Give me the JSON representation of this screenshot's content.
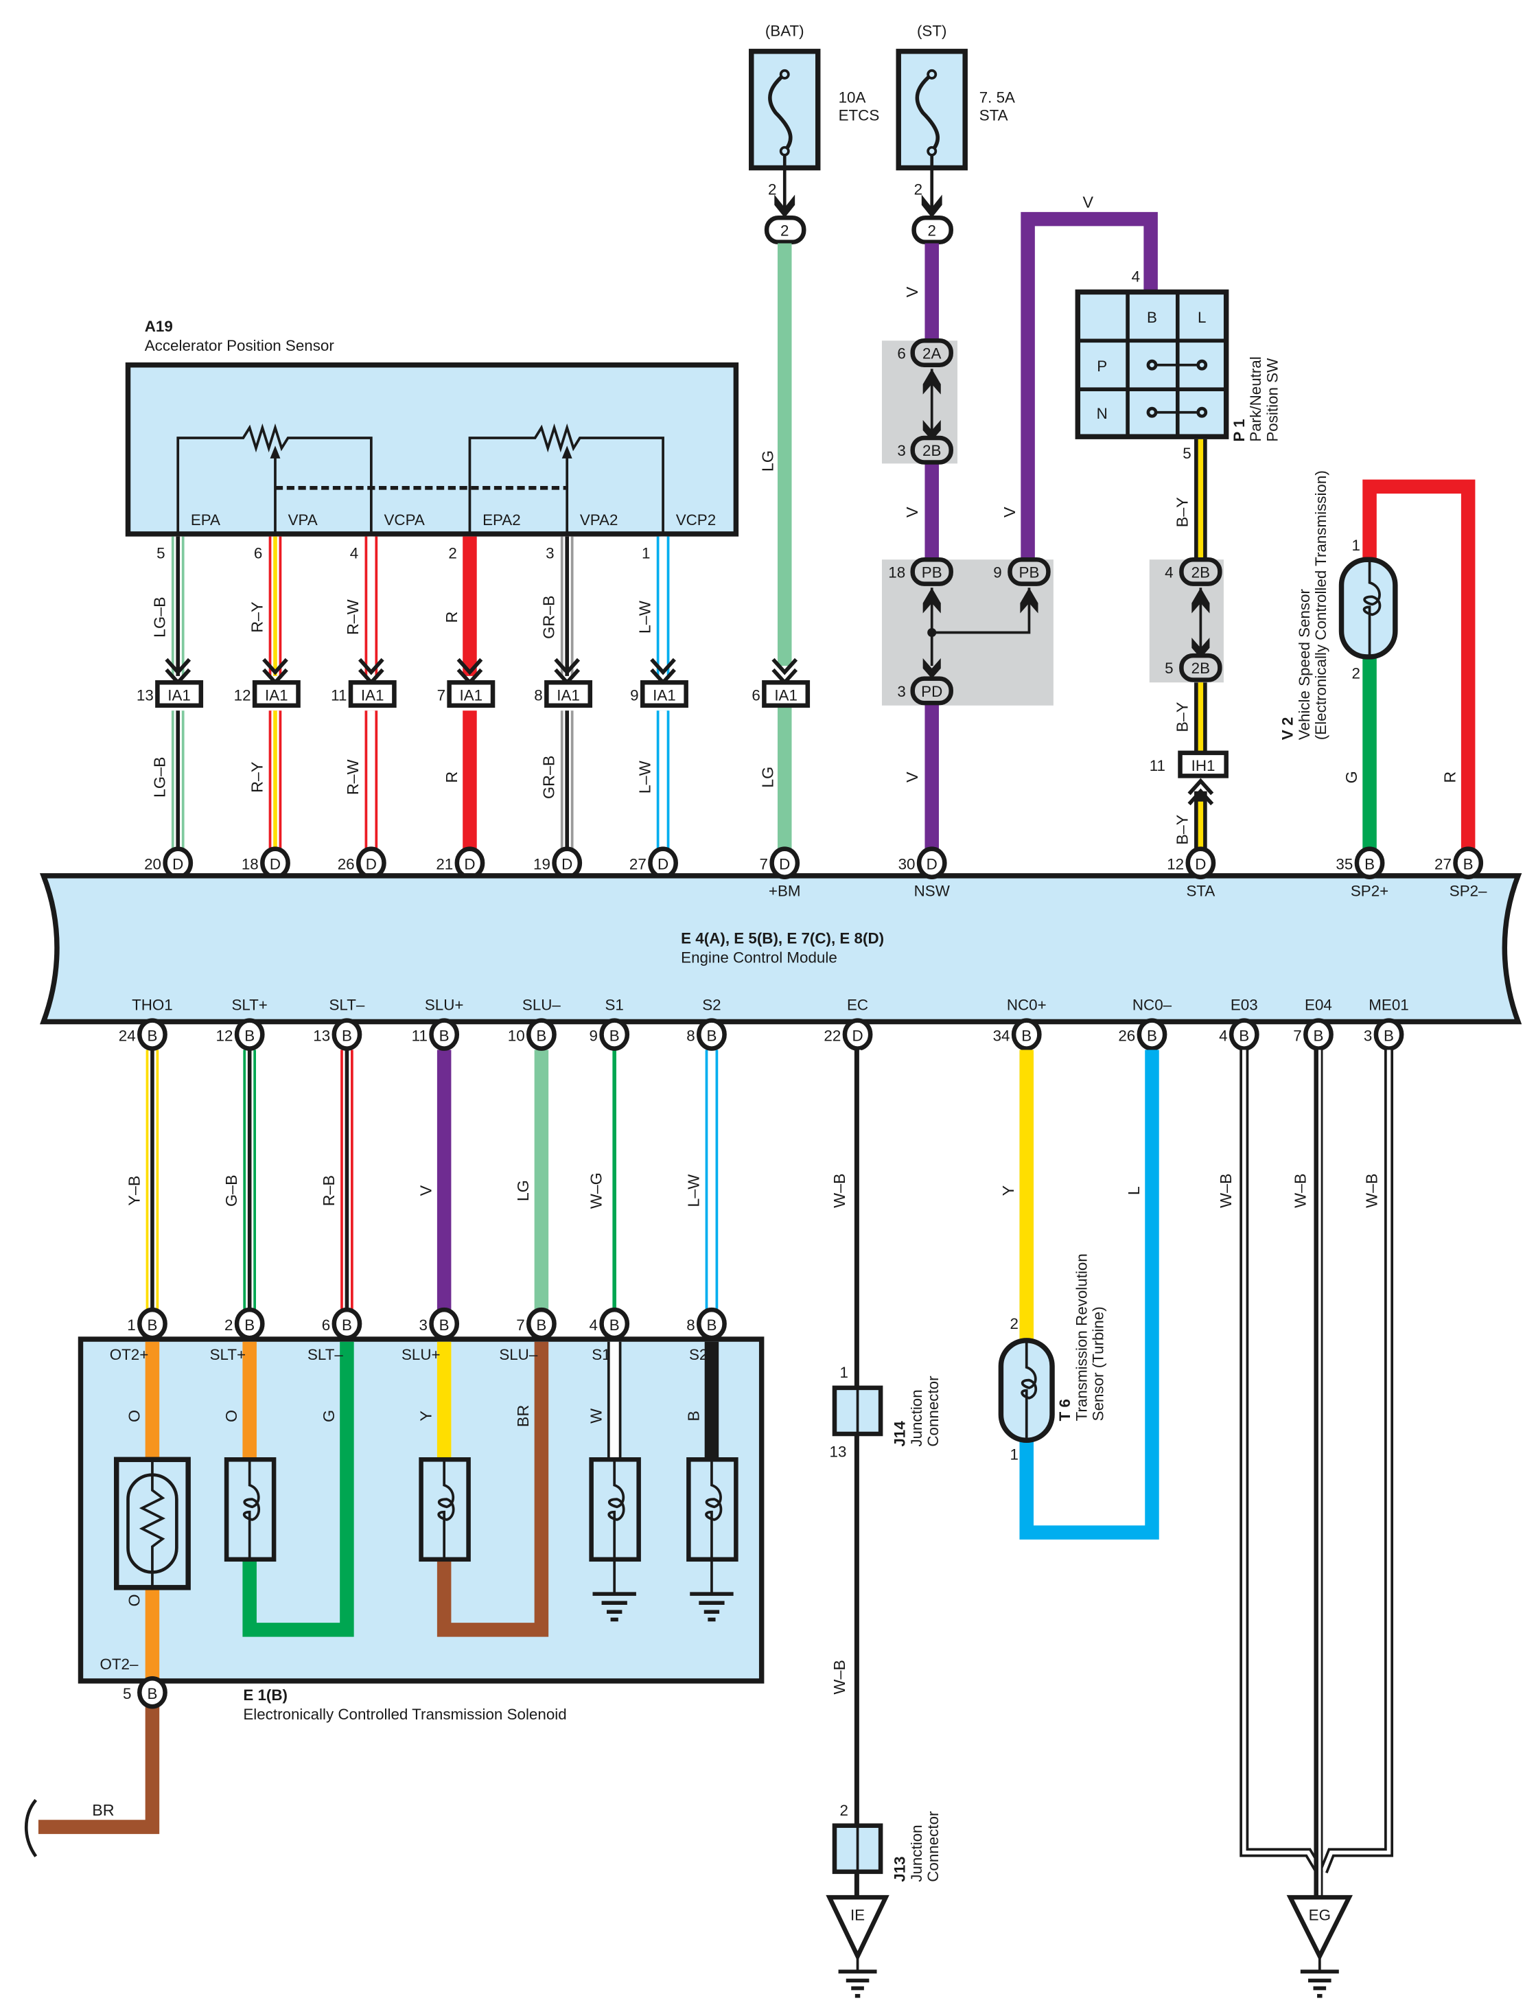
{
  "colors": {
    "component_fill": "#c9e8f8",
    "splice_fill": "#d1d3d4",
    "V": "#6f2c91",
    "LG": "#7fc99e",
    "R": "#ec1c24",
    "G": "#00a651",
    "Y": "#ffde00",
    "O": "#f7941d",
    "L": "#00aeef",
    "BR": "#a0522d",
    "GR": "#9a9a9a",
    "B": "#1a1a1a",
    "W": "#ffffff"
  },
  "fuses": [
    {
      "source": "(BAT)",
      "rating": "10A",
      "name": "ETCS",
      "pin": "2",
      "connector": "2"
    },
    {
      "source": "(ST)",
      "rating": "7. 5A",
      "name": "STA",
      "pin": "2",
      "connector": "2"
    }
  ],
  "a19": {
    "id": "A19",
    "name": "Accelerator Position Sensor",
    "terminals": [
      {
        "label": "EPA",
        "pin": "5",
        "wire": "LG–B",
        "ia1_pin": "13",
        "ecm_pin": "20",
        "ecm_conn": "D",
        "ecm_label": "EPA"
      },
      {
        "label": "VPA",
        "pin": "6",
        "wire": "R–Y",
        "ia1_pin": "12",
        "ecm_pin": "18",
        "ecm_conn": "D",
        "ecm_label": "VPA"
      },
      {
        "label": "VCPA",
        "pin": "4",
        "wire": "R–W",
        "ia1_pin": "11",
        "ecm_pin": "26",
        "ecm_conn": "D",
        "ecm_label": "VCPA"
      },
      {
        "label": "EPA2",
        "pin": "2",
        "wire": "R",
        "ia1_pin": "7",
        "ecm_pin": "21",
        "ecm_conn": "D",
        "ecm_label": "EPA2"
      },
      {
        "label": "VPA2",
        "pin": "3",
        "wire": "GR–B",
        "ia1_pin": "8",
        "ecm_pin": "19",
        "ecm_conn": "D",
        "ecm_label": "VPA2"
      },
      {
        "label": "VCP2",
        "pin": "1",
        "wire": "L–W",
        "ia1_pin": "9",
        "ecm_pin": "27",
        "ecm_conn": "D",
        "ecm_label": "VCP2"
      }
    ],
    "inline_connector": "IA1"
  },
  "bm_line": {
    "wire": "LG",
    "ia1_pin": "6",
    "ecm_pin": "7",
    "ecm_conn": "D",
    "ecm_label": "+BM"
  },
  "nsw_line": {
    "wire": "V",
    "splices": [
      {
        "pin": "6",
        "conn": "2A"
      },
      {
        "pin": "3",
        "conn": "2B"
      },
      {
        "pin": "18",
        "conn": "PB"
      },
      {
        "pin": "9",
        "conn": "PB"
      },
      {
        "pin": "3",
        "conn": "PD"
      }
    ],
    "ecm_pin": "30",
    "ecm_conn": "D",
    "ecm_label": "NSW"
  },
  "p1": {
    "id": "P 1",
    "name_line1": "Park/Neutral",
    "name_line2": "Position SW",
    "pin_in": "4",
    "pin_out": "5",
    "grid": {
      "cols": [
        "",
        "B",
        "L"
      ],
      "rows": [
        "P",
        "N"
      ]
    },
    "top_wire": "V"
  },
  "sta_line": {
    "wire": "B–Y",
    "splices": [
      {
        "pin": "4",
        "conn": "2B"
      },
      {
        "pin": "5",
        "conn": "2B"
      }
    ],
    "inline": {
      "pin": "11",
      "conn": "IH1"
    },
    "ecm_pin": "12",
    "ecm_conn": "D",
    "ecm_label": "STA"
  },
  "v2": {
    "id": "V 2",
    "name_line1": "Vehicle Speed Sensor",
    "name_line2": "(Electronically Controlled Transmission)",
    "pin1": "1",
    "pin2": "2",
    "wire_g": "G",
    "wire_r": "R",
    "ecm_pins": [
      {
        "pin": "35",
        "conn": "B",
        "label": "SP2+"
      },
      {
        "pin": "27",
        "conn": "B",
        "label": "SP2–"
      }
    ]
  },
  "ecm": {
    "id": "E 4(A), E 5(B), E 7(C), E 8(D)",
    "name": "Engine Control Module",
    "bottom_terminals": [
      {
        "label": "THO1",
        "pin": "24",
        "conn": "B",
        "wire": "Y–B",
        "e1_pin": "1",
        "e1_label": "OT2+",
        "inner_wire": "O"
      },
      {
        "label": "SLT+",
        "pin": "12",
        "conn": "B",
        "wire": "G–B",
        "e1_pin": "2",
        "e1_label": "SLT+",
        "inner_wire": "O"
      },
      {
        "label": "SLT–",
        "pin": "13",
        "conn": "B",
        "wire": "R–B",
        "e1_pin": "6",
        "e1_label": "SLT–",
        "inner_wire": "G"
      },
      {
        "label": "SLU+",
        "pin": "11",
        "conn": "B",
        "wire": "V",
        "e1_pin": "3",
        "e1_label": "SLU+",
        "inner_wire": "Y"
      },
      {
        "label": "SLU–",
        "pin": "10",
        "conn": "B",
        "wire": "LG",
        "e1_pin": "7",
        "e1_label": "SLU–",
        "inner_wire": "BR"
      },
      {
        "label": "S1",
        "pin": "9",
        "conn": "B",
        "wire": "W–G",
        "e1_pin": "4",
        "e1_label": "S1",
        "inner_wire": "W"
      },
      {
        "label": "S2",
        "pin": "8",
        "conn": "B",
        "wire": "L–W",
        "e1_pin": "8",
        "e1_label": "S2",
        "inner_wire": "B"
      },
      {
        "label": "EC",
        "pin": "22",
        "conn": "D",
        "wire": "W–B"
      },
      {
        "label": "NC0+",
        "pin": "34",
        "conn": "B",
        "wire": "Y"
      },
      {
        "label": "NC0–",
        "pin": "26",
        "conn": "B",
        "wire": "L"
      },
      {
        "label": "E03",
        "pin": "4",
        "conn": "B",
        "wire": "W–B"
      },
      {
        "label": "E04",
        "pin": "7",
        "conn": "B",
        "wire": "W–B"
      },
      {
        "label": "ME01",
        "pin": "3",
        "conn": "B",
        "wire": "W–B"
      }
    ]
  },
  "e1": {
    "id": "E 1(B)",
    "name": "Electronically Controlled Transmission Solenoid",
    "ot2_minus_label": "OT2–",
    "ot2_lower_wire": "O",
    "out_pin": "5",
    "out_conn": "B",
    "out_wire": "BR"
  },
  "t6": {
    "id": "T 6",
    "name_line1": "Transmission Revolution",
    "name_line2": "Sensor (Turbine)",
    "pin_top": "2",
    "pin_bottom": "1"
  },
  "j14": {
    "id": "J14",
    "name_line1": "Junction",
    "name_line2": "Connector",
    "pin_top": "1",
    "pin_bottom": "13"
  },
  "j13": {
    "id": "J13",
    "name_line1": "Junction",
    "name_line2": "Connector",
    "pin_top": "2"
  },
  "ec_lower_wire": "W–B",
  "grounds": [
    {
      "label": "IE"
    },
    {
      "label": "EG"
    }
  ]
}
